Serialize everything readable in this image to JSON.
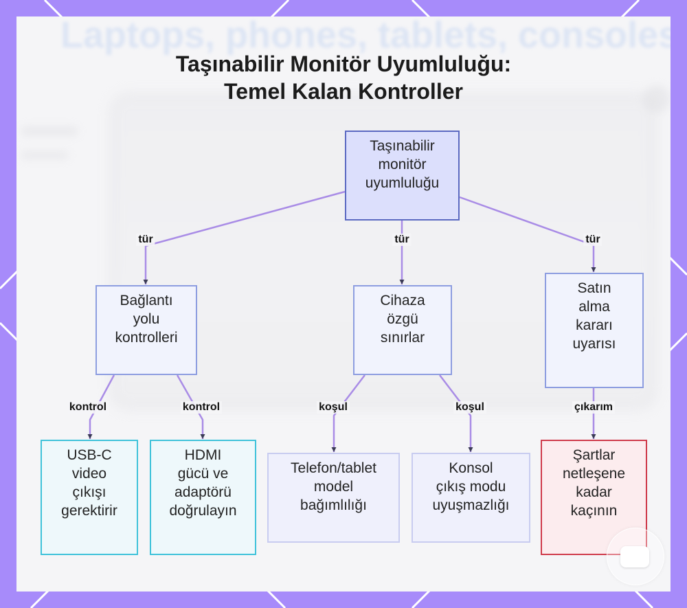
{
  "title": {
    "line1": "Taşınabilir Monitör Uyumluluğu:",
    "line2": "Temel Kalan Kontroller"
  },
  "background": {
    "blurred_text": "Laptops, phones, tablets, consoles"
  },
  "colors": {
    "frame": "#a78bfa",
    "frame_lines": "#ffffff",
    "panel": "#f5f5f7",
    "edge": "#a98ce6",
    "root_fill": "#dcdffc",
    "root_border": "#5b69c2",
    "category_fill": "#f1f3fd",
    "category_border": "#8d9de0",
    "check_fill": "#eef8fb",
    "check_border": "#3fc2da",
    "condition_fill": "#eff0fc",
    "condition_border": "#c8ccf0",
    "warning_fill": "#fcecee",
    "warning_border": "#cf3b4b",
    "text": "#222222",
    "title": "#1b1b1b"
  },
  "nodes": {
    "root": {
      "lines": [
        "Taşınabilir",
        "monitör",
        "uyumluluğu"
      ]
    },
    "connection_checks": {
      "lines": [
        "Bağlantı",
        "yolu",
        "kontrolleri"
      ],
      "edge_label": "tür"
    },
    "device_limits": {
      "lines": [
        "Cihaza",
        "özgü",
        "sınırlar"
      ],
      "edge_label": "tür"
    },
    "purchase_warning": {
      "lines": [
        "Satın",
        "alma",
        "kararı",
        "uyarısı"
      ],
      "edge_label": "tür"
    },
    "usbc": {
      "lines": [
        "USB-C",
        "video",
        "çıkışı",
        "gerektirir"
      ],
      "edge_label": "kontrol"
    },
    "hdmi": {
      "lines": [
        "HDMI",
        "gücü ve",
        "adaptörü",
        "doğrulayın"
      ],
      "edge_label": "kontrol"
    },
    "phone_tablet": {
      "lines": [
        "Telefon/tablet",
        "model",
        "bağımlılığı"
      ],
      "edge_label": "koşul"
    },
    "console": {
      "lines": [
        "Konsol",
        "çıkış modu",
        "uyuşmazlığı"
      ],
      "edge_label": "koşul"
    },
    "avoid": {
      "lines": [
        "Şartlar",
        "netleşene",
        "kadar",
        "kaçının"
      ],
      "edge_label": "çıkarım"
    }
  },
  "floating_button": {
    "icon": "chat-bubble-icon"
  }
}
